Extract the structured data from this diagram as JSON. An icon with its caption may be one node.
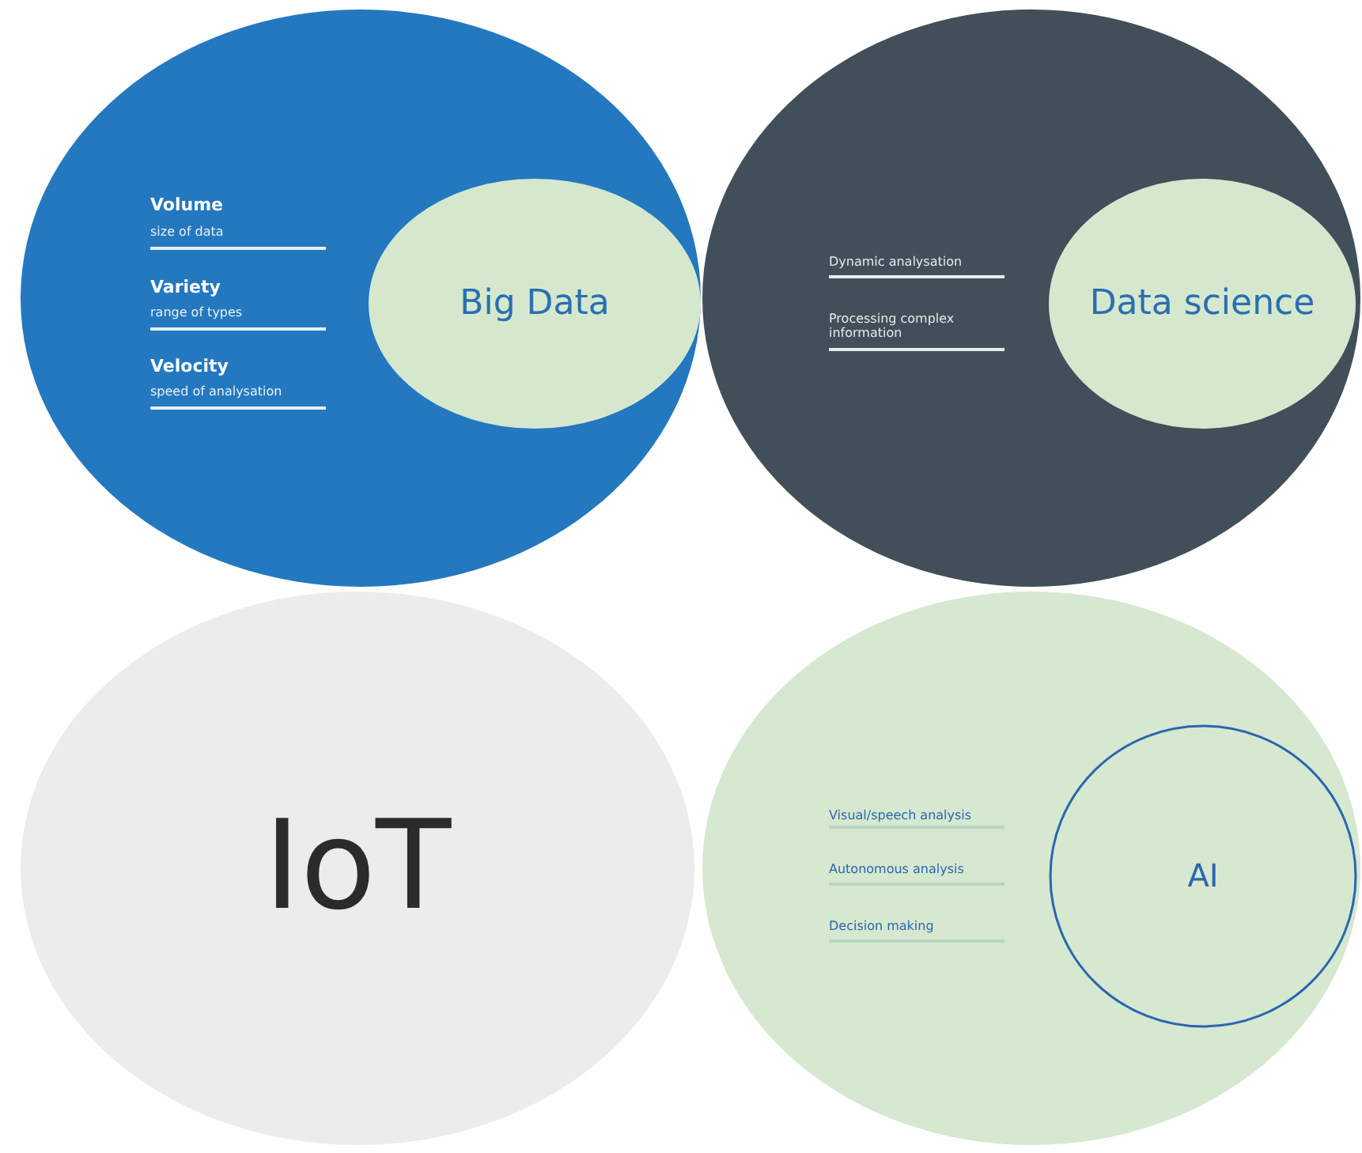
{
  "diagram": {
    "nodes": [
      {
        "text": [
          "Volume",
          "size of data",
          "Variety",
          "range of types",
          "Velocity",
          "speed of analysation"
        ]
      },
      {
        "text": [
          "Big Data"
        ],
        "in": 0
      },
      {
        "text": [
          "Dynamic analysation",
          "Processing complex information"
        ]
      },
      {
        "text": [
          "Data science"
        ],
        "in": 2
      },
      {
        "text": [
          "IoT"
        ]
      },
      {
        "text": [
          "Visual/speech analysis",
          "Autonomous analysis",
          "Decision making"
        ]
      },
      {
        "text": [
          "AI"
        ],
        "in": 5
      }
    ],
    "edges": []
  }
}
